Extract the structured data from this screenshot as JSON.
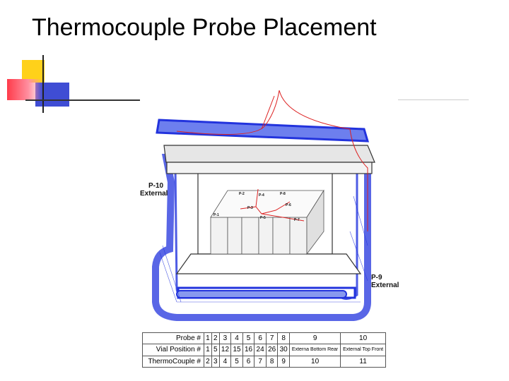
{
  "slide": {
    "title": "Thermocouple Probe Placement"
  },
  "figure": {
    "external_labels": [
      {
        "probe": "P-10",
        "text": "External"
      },
      {
        "probe": "P-9",
        "text": "External"
      }
    ],
    "internal_probe_labels": [
      "P-1",
      "P-2",
      "P-3",
      "P-4",
      "P-5",
      "P-6",
      "P-7",
      "P-8"
    ],
    "colors": {
      "shell": "#2233dd",
      "wire": "#dd2222",
      "outline": "#333333",
      "vial": "#f2f2f2"
    }
  },
  "table": {
    "rows": [
      {
        "label": "Probe #",
        "cells": [
          "1",
          "2",
          "3",
          "4",
          "5",
          "6",
          "7",
          "8",
          "9",
          "10"
        ]
      },
      {
        "label": "Vial Position #",
        "cells": [
          "1",
          "5",
          "12",
          "15",
          "16",
          "24",
          "26",
          "30",
          "Externa Bottom Rear",
          "External Top Front"
        ]
      },
      {
        "label": "ThermoCouple #",
        "cells": [
          "2",
          "3",
          "4",
          "5",
          "6",
          "7",
          "8",
          "9",
          "10",
          "11"
        ]
      }
    ]
  }
}
